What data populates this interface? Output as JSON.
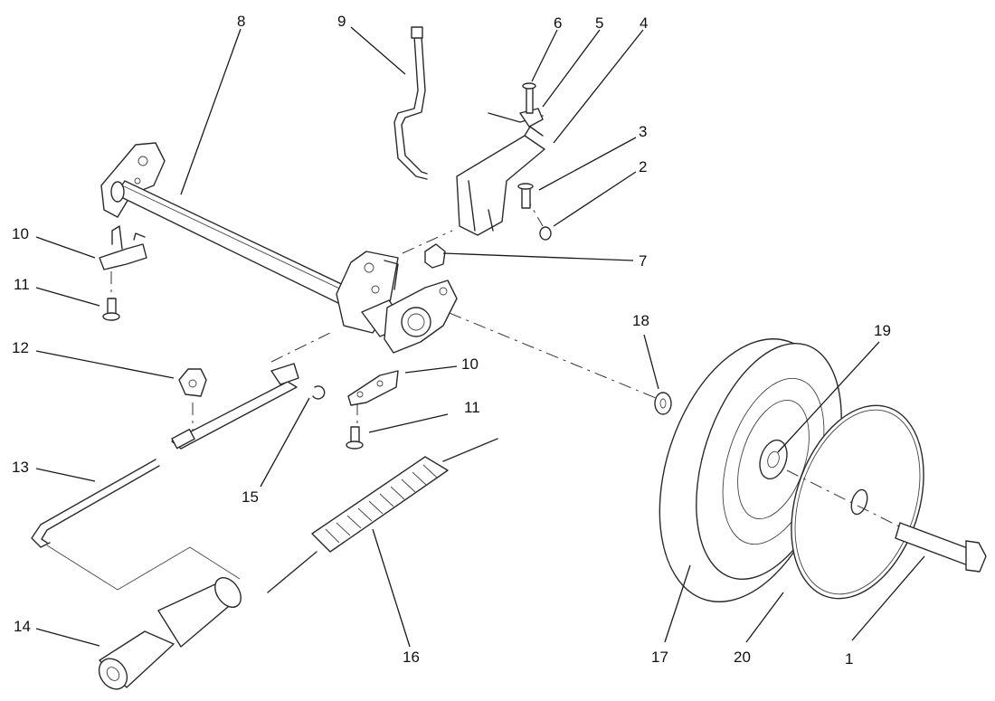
{
  "callouts": [
    {
      "id": "c1",
      "text": "1"
    },
    {
      "id": "c2",
      "text": "2"
    },
    {
      "id": "c3",
      "text": "3"
    },
    {
      "id": "c4",
      "text": "4"
    },
    {
      "id": "c5",
      "text": "5"
    },
    {
      "id": "c6",
      "text": "6"
    },
    {
      "id": "c7",
      "text": "7"
    },
    {
      "id": "c8",
      "text": "8"
    },
    {
      "id": "c9",
      "text": "9"
    },
    {
      "id": "c10a",
      "text": "10"
    },
    {
      "id": "c10b",
      "text": "10"
    },
    {
      "id": "c11a",
      "text": "11"
    },
    {
      "id": "c11b",
      "text": "11"
    },
    {
      "id": "c12",
      "text": "12"
    },
    {
      "id": "c13",
      "text": "13"
    },
    {
      "id": "c14",
      "text": "14"
    },
    {
      "id": "c15",
      "text": "15"
    },
    {
      "id": "c16",
      "text": "16"
    },
    {
      "id": "c17",
      "text": "17"
    },
    {
      "id": "c18",
      "text": "18"
    },
    {
      "id": "c19",
      "text": "19"
    },
    {
      "id": "c20",
      "text": "20"
    }
  ]
}
